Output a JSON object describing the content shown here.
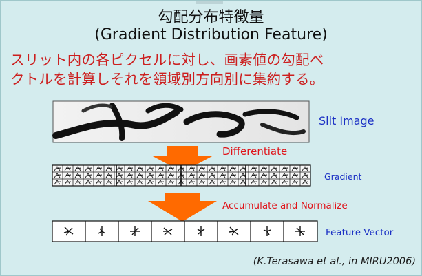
{
  "title": {
    "japanese": "勾配分布特徴量",
    "english": "(Gradient Distribution Feature)"
  },
  "description": {
    "line1": "スリット内の各ピクセルに対し、画素値の勾配ベ",
    "line2": "クトルを計算しそれを領域別方向別に集約する。"
  },
  "pipeline": {
    "slit_image_label": "Slit Image",
    "step1_label": "Differentiate",
    "gradient_label": "Gradient",
    "step2_label": "Accumulate and Normalize",
    "feature_vector_label": "Feature Vector",
    "feature_cells": 8
  },
  "citation": "(K.Terasawa et al., in MIRU2006)",
  "colors": {
    "background": "#d4ecee",
    "description_text": "#cc1f1f",
    "arrow": "#ff6a00",
    "blue_label": "#1a2fc4",
    "red_label": "#e0141a"
  }
}
